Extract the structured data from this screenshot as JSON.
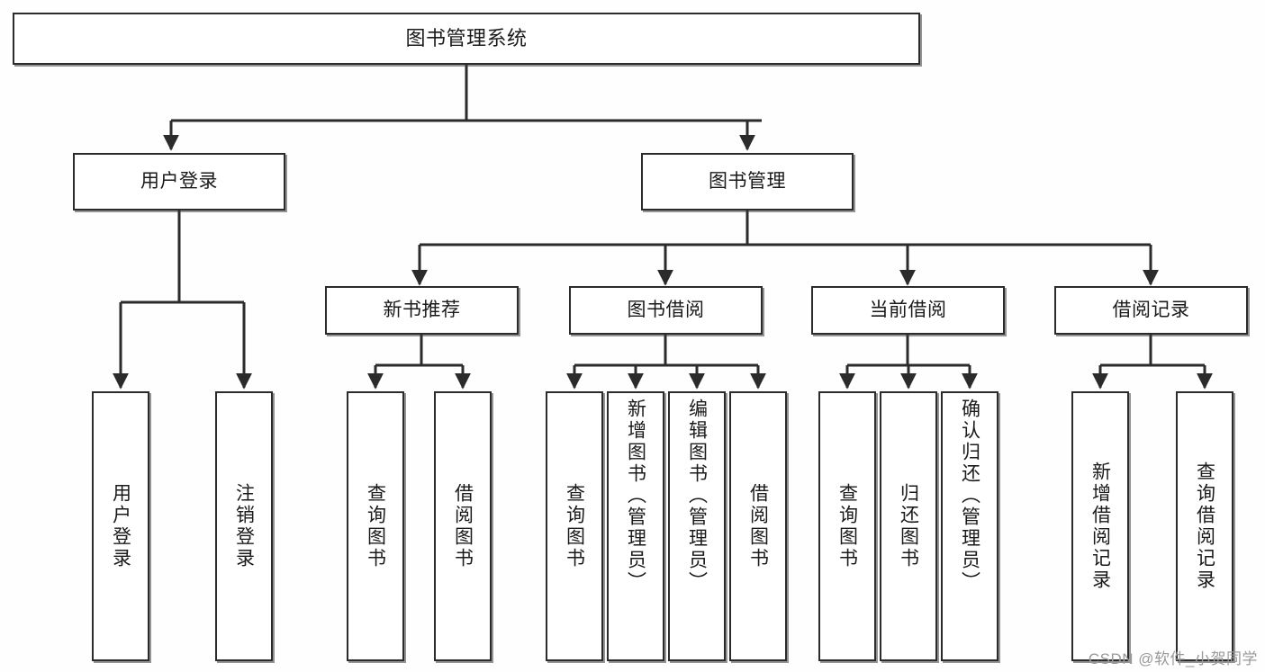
{
  "diagram": {
    "title": "图书管理系统",
    "type": "功能结构图",
    "watermark": "CSDN @软件_小贺同学",
    "colors": {
      "background": "#fefefe",
      "node_fill": "#ffffff",
      "stroke": "#2b2b2b",
      "text": "#1a1a1a",
      "watermark": "#9a9a9a"
    }
  },
  "root": {
    "label": "图书管理系统"
  },
  "level2": [
    {
      "label": "用户登录"
    },
    {
      "label": "图书管理"
    }
  ],
  "level3": [
    {
      "label": "新书推荐"
    },
    {
      "label": "图书借阅"
    },
    {
      "label": "当前借阅"
    },
    {
      "label": "借阅记录"
    }
  ],
  "leaves": {
    "user_login": [
      {
        "label": "用户登录"
      },
      {
        "label": "注销登录"
      }
    ],
    "new_book": [
      {
        "label": "查询图书"
      },
      {
        "label": "借阅图书"
      }
    ],
    "book_borrow": [
      {
        "label": "查询图书"
      },
      {
        "label": "新增图书（管理员）"
      },
      {
        "label": "编辑图书（管理员）"
      },
      {
        "label": "借阅图书"
      }
    ],
    "current_borrow": [
      {
        "label": "查询图书"
      },
      {
        "label": "归还图书"
      },
      {
        "label": "确认归还（管理员）"
      }
    ],
    "borrow_record": [
      {
        "label": "新增借阅记录"
      },
      {
        "label": "查询借阅记录"
      }
    ]
  }
}
